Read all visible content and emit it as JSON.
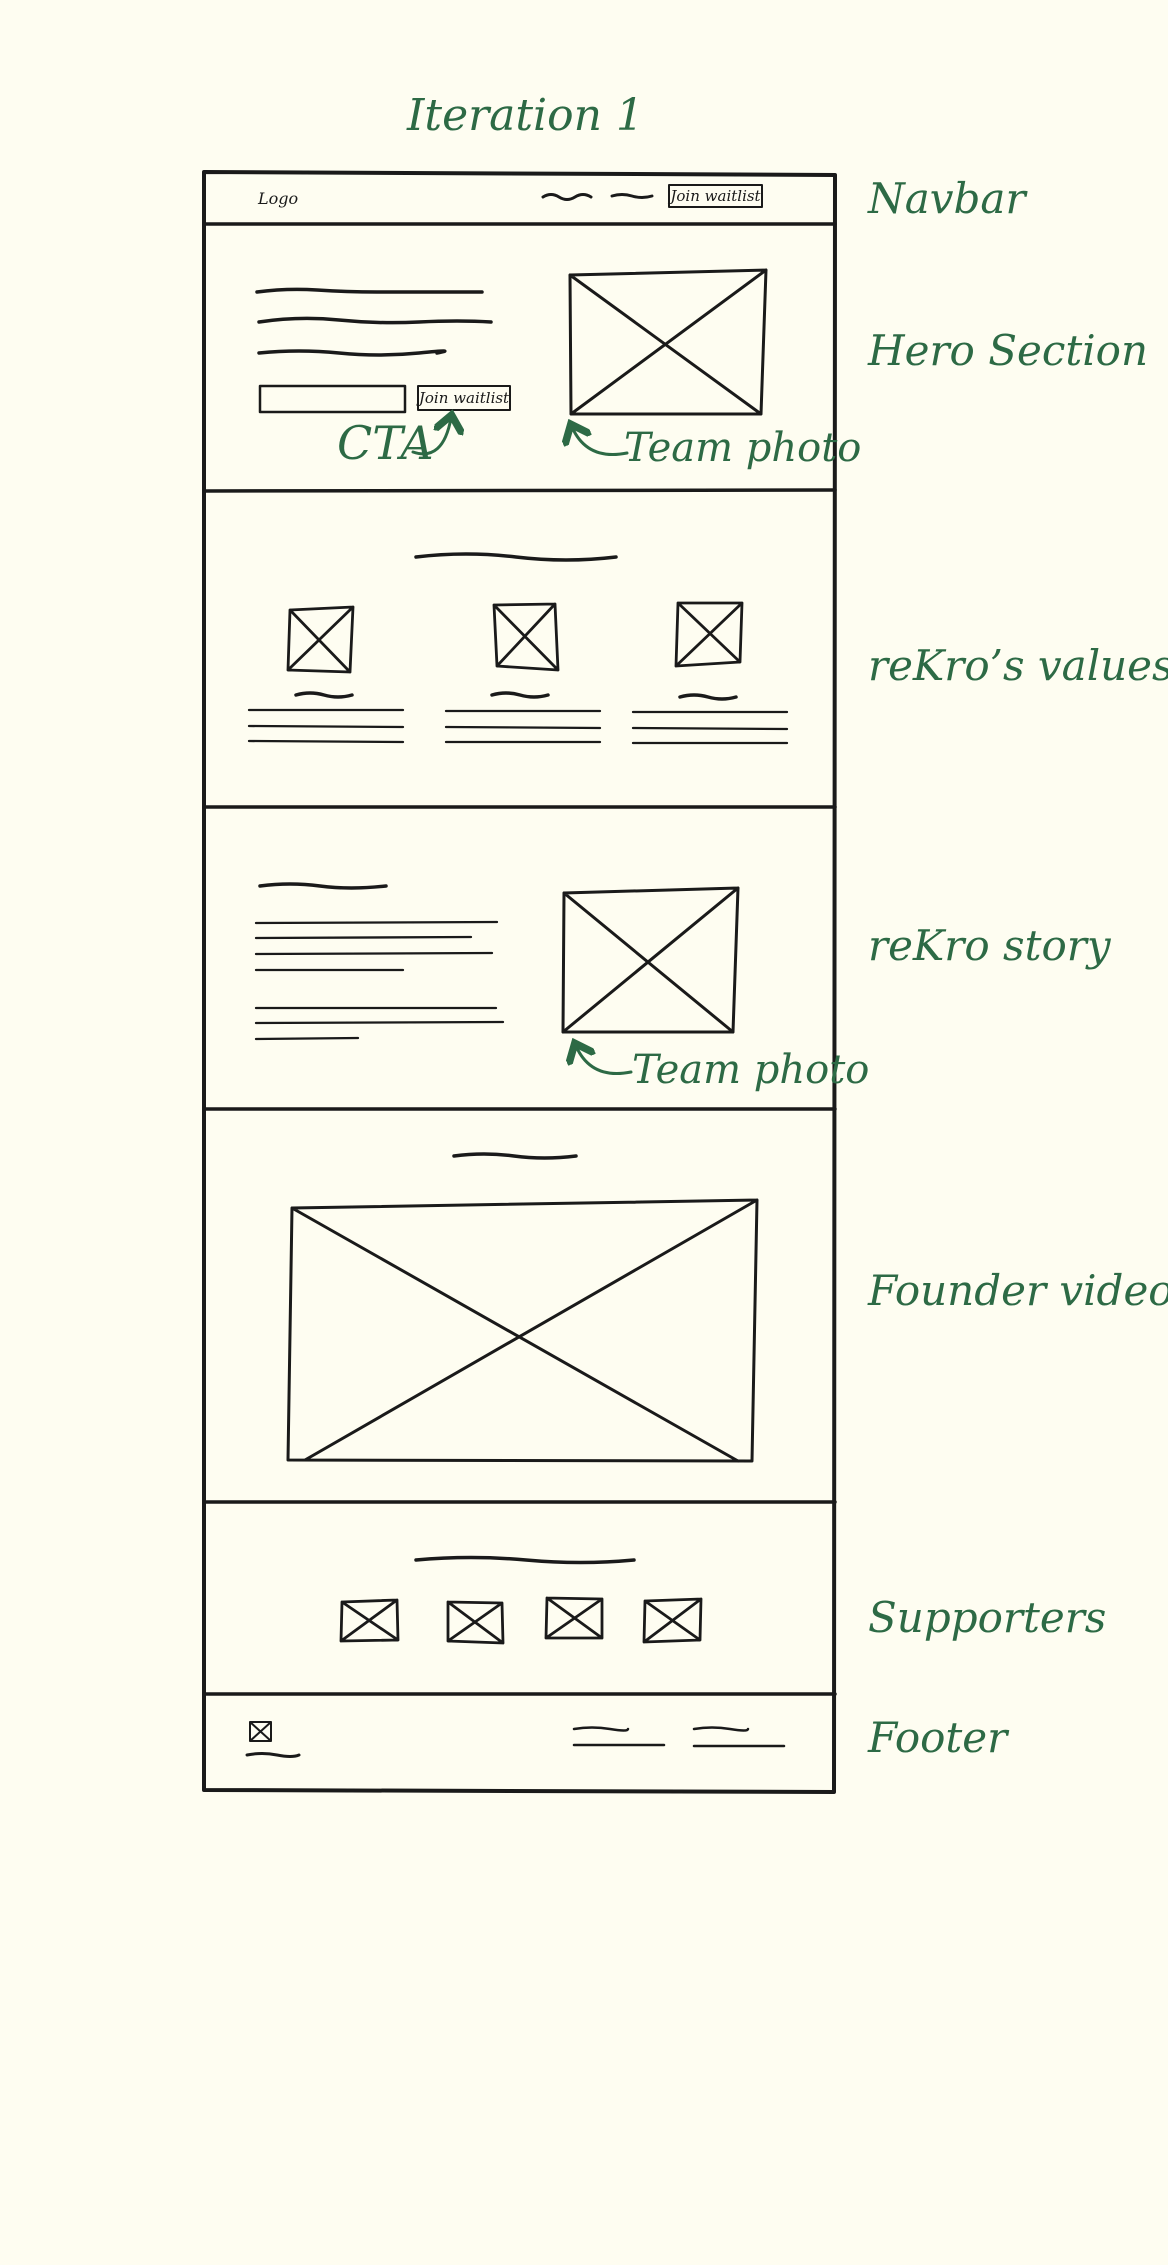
{
  "title": "Iteration 1",
  "navbar": {
    "logo": "Logo",
    "cta_label": "Join waitlist"
  },
  "hero": {
    "cta_label": "Join waitlist",
    "cta_annotation": "CTA",
    "photo_annotation": "Team photo"
  },
  "story": {
    "photo_annotation": "Team photo"
  },
  "section_labels": [
    "Navbar",
    "Hero Section",
    "reKro’s values",
    "reKro story",
    "Founder video",
    "Supporters",
    "Footer"
  ],
  "colors": {
    "background": "#fefdf1",
    "ink": "#1a1a1a",
    "annotation": "#2d6a45"
  }
}
